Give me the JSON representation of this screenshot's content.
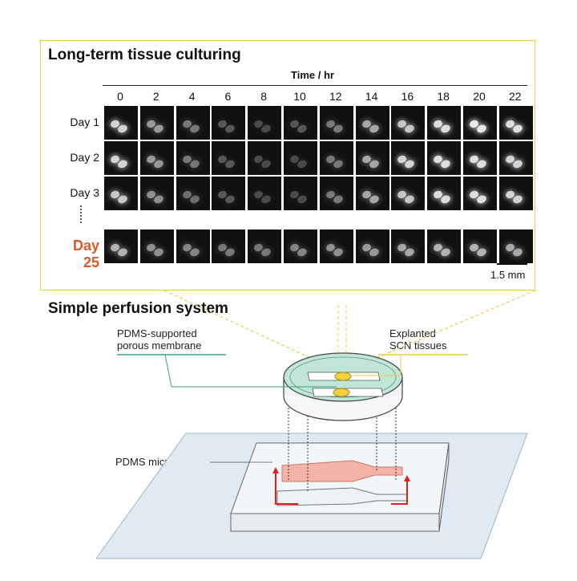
{
  "panel_top": {
    "title": "Long-term tissue culturing",
    "axis_title": "Time / hr",
    "time_ticks": [
      "0",
      "2",
      "4",
      "6",
      "8",
      "10",
      "12",
      "14",
      "16",
      "18",
      "20",
      "22"
    ],
    "rows": [
      {
        "label": "Day 1",
        "highlight": false,
        "brightness": [
          0.85,
          0.6,
          0.45,
          0.3,
          0.25,
          0.3,
          0.45,
          0.65,
          0.8,
          0.9,
          0.95,
          0.9
        ]
      },
      {
        "label": "Day 2",
        "highlight": false,
        "brightness": [
          0.85,
          0.6,
          0.45,
          0.3,
          0.25,
          0.25,
          0.45,
          0.65,
          0.85,
          0.9,
          0.9,
          0.85
        ]
      },
      {
        "label": "Day 3",
        "highlight": false,
        "brightness": [
          0.8,
          0.55,
          0.4,
          0.3,
          0.25,
          0.25,
          0.45,
          0.65,
          0.8,
          0.9,
          0.9,
          0.85
        ]
      },
      {
        "label": "Day 25",
        "highlight": true,
        "brightness": [
          0.7,
          0.55,
          0.5,
          0.45,
          0.45,
          0.5,
          0.55,
          0.6,
          0.65,
          0.7,
          0.7,
          0.65
        ]
      }
    ],
    "scale_label": "1.5 mm"
  },
  "panel_bottom": {
    "title": "Simple perfusion system",
    "label_membrane": [
      "PDMS-supported",
      "porous membrane"
    ],
    "label_tissues": [
      "Explanted",
      "SCN tissues"
    ],
    "label_microfluidics": "PDMS microfluidics"
  },
  "colors": {
    "accent_border": "#f2c84b",
    "highlight_text": "#e0572a",
    "membrane_green": "#3aa57a",
    "medium_teal": "#bfe6d6",
    "tissue_yellow": "#f2d23c",
    "channel_pink": "#f3b3a6",
    "flow_red": "#e02020",
    "glass_blue": "#dfeaf2"
  }
}
